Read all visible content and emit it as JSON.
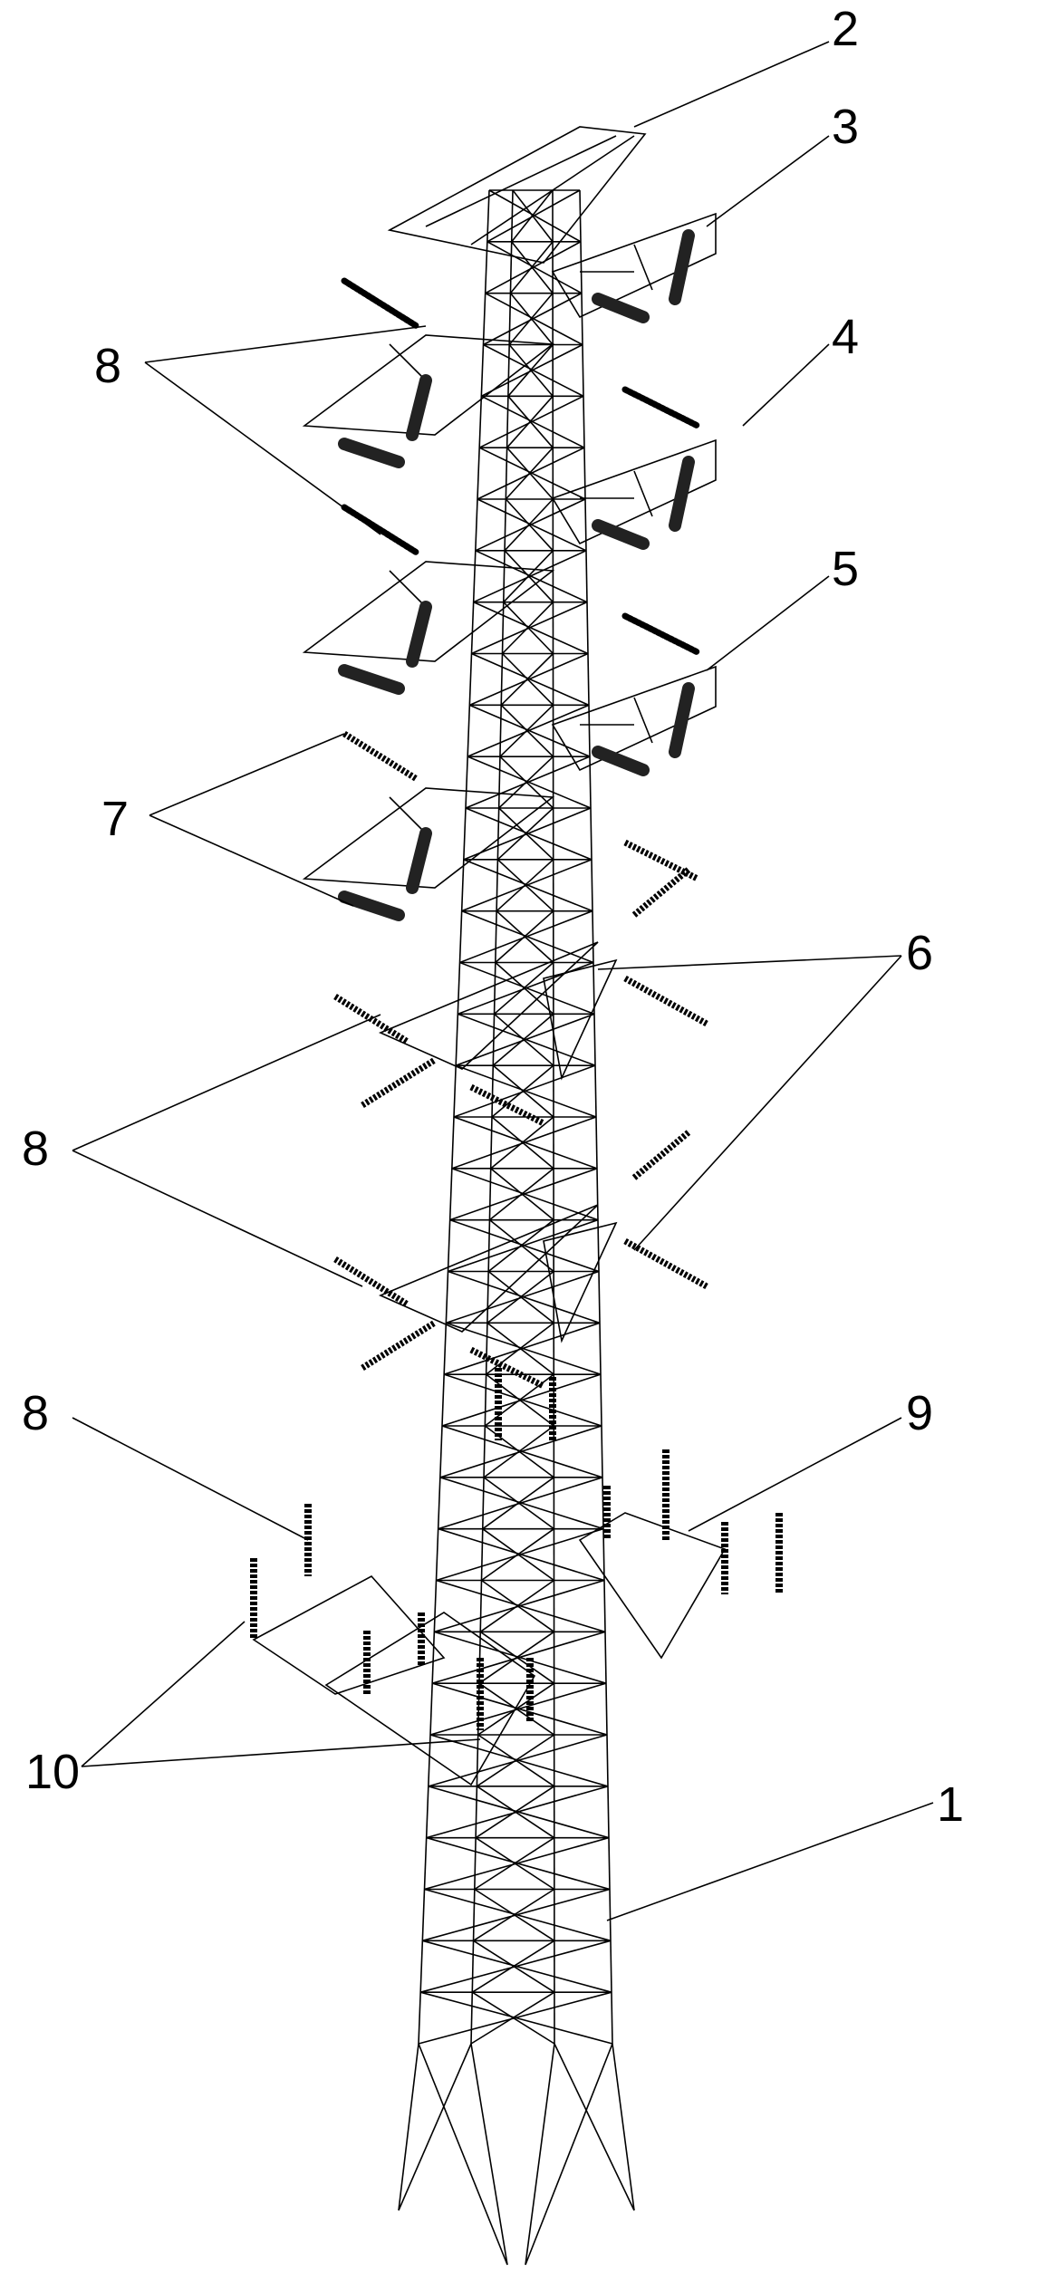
{
  "figure": {
    "labels": [
      {
        "id": "tower-body",
        "text": "1"
      },
      {
        "id": "top-crossarm",
        "text": "2"
      },
      {
        "id": "crossarm-upper",
        "text": "3"
      },
      {
        "id": "crossarm-middle",
        "text": "4"
      },
      {
        "id": "crossarm-lower",
        "text": "5"
      },
      {
        "id": "crossarm-triangular",
        "text": "6"
      },
      {
        "id": "jumper-insulator",
        "text": "7"
      },
      {
        "id": "suspension-insulator-top",
        "text": "8"
      },
      {
        "id": "suspension-insulator-mid",
        "text": "8"
      },
      {
        "id": "post-insulator",
        "text": "8"
      },
      {
        "id": "platform-crossarm",
        "text": "9"
      },
      {
        "id": "platform-support",
        "text": "10"
      }
    ]
  }
}
